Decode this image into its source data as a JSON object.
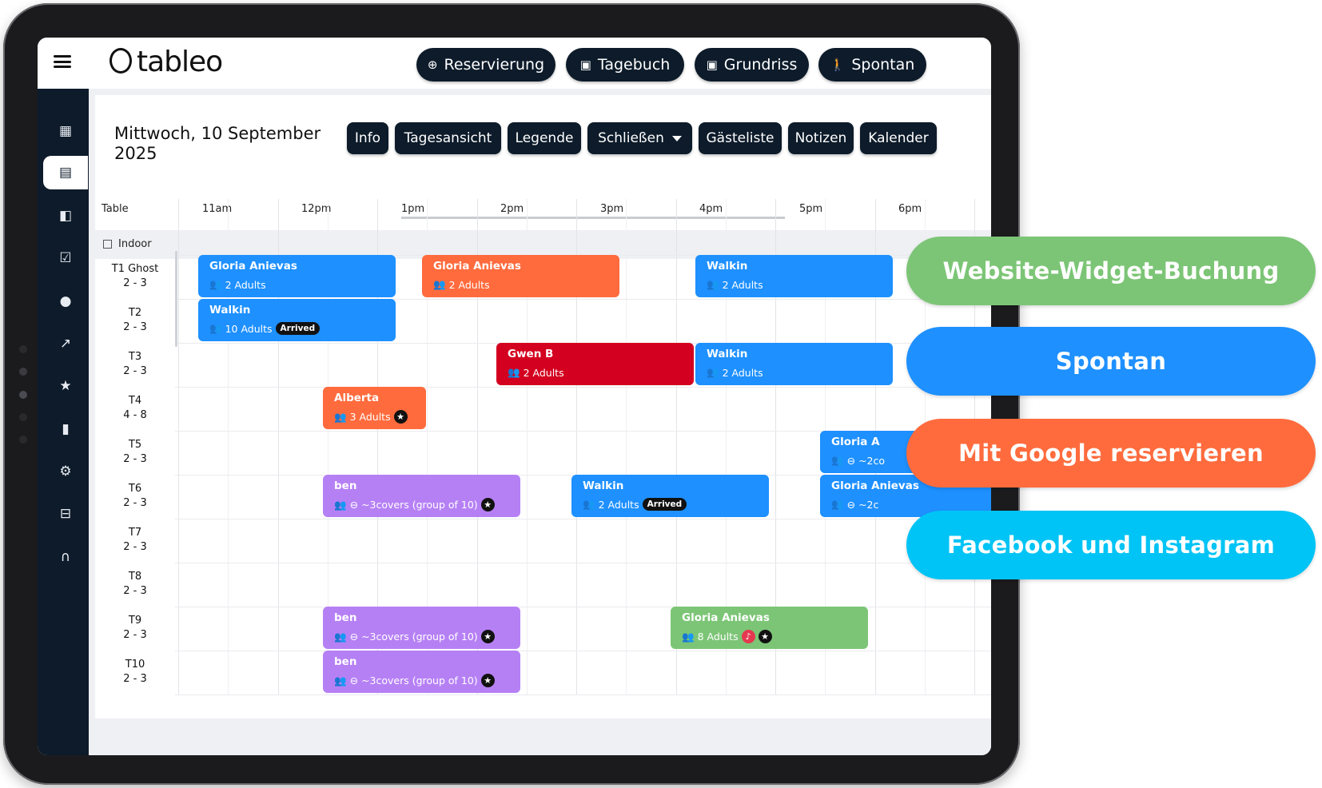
{
  "app": {
    "logo_text": "tableo"
  },
  "top_buttons": [
    {
      "label": "Reservierung",
      "icon": "plus-circle-icon"
    },
    {
      "label": "Tagebuch",
      "icon": "calendar-icon"
    },
    {
      "label": "Grundriss",
      "icon": "calendar-icon"
    },
    {
      "label": "Spontan",
      "icon": "walking-icon"
    }
  ],
  "sidebar_icons": [
    "dashboard-icon",
    "calendar-icon",
    "floorplan-icon",
    "checkbox-icon",
    "user-icon",
    "chart-icon",
    "star-icon",
    "phone-icon",
    "gear-icon",
    "gift-icon",
    "headset-icon"
  ],
  "header": {
    "date": "Mittwoch, 10 September 2025",
    "buttons": [
      "Info",
      "Tagesansicht",
      "Legende",
      "Schließen",
      "Gästeliste",
      "Notizen",
      "Kalender"
    ]
  },
  "grid": {
    "table_header": "Table",
    "times": [
      "11am",
      "12pm",
      "1pm",
      "2pm",
      "3pm",
      "4pm",
      "5pm",
      "6pm"
    ],
    "section": "Indoor",
    "tables": [
      {
        "name": "T1 Ghost",
        "capacity": "2 - 3"
      },
      {
        "name": "T2",
        "capacity": "2 - 3"
      },
      {
        "name": "T3",
        "capacity": "2 - 3"
      },
      {
        "name": "T4",
        "capacity": "4 - 8"
      },
      {
        "name": "T5",
        "capacity": "2 - 3"
      },
      {
        "name": "T6",
        "capacity": "2 - 3"
      },
      {
        "name": "T7",
        "capacity": "2 - 3"
      },
      {
        "name": "T8",
        "capacity": "2 - 3"
      },
      {
        "name": "T9",
        "capacity": "2 - 3"
      },
      {
        "name": "T10",
        "capacity": "2 - 3"
      }
    ]
  },
  "reservations": [
    {
      "name": "Gloria Anievas",
      "guests": "2 Adults",
      "color": "#1e90ff"
    },
    {
      "name": "Gloria Anievas",
      "guests": "2 Adults",
      "color": "#ff6b3d"
    },
    {
      "name": "Walkin",
      "guests": "2 Adults",
      "color": "#1e90ff"
    },
    {
      "name": "Walkin",
      "guests": "10 Adults",
      "status": "Arrived",
      "color": "#1e90ff"
    },
    {
      "name": "Gwen B",
      "guests": "2 Adults",
      "color": "#d3001f"
    },
    {
      "name": "Walkin",
      "guests": "2 Adults",
      "color": "#1e90ff"
    },
    {
      "name": "Alberta",
      "guests": "3 Adults",
      "color": "#ff6b3d"
    },
    {
      "name": "Gloria A",
      "guests": "~2co",
      "color": "#1e90ff"
    },
    {
      "name": "ben",
      "guests": "~3covers (group of 10)",
      "color": "#b680f5"
    },
    {
      "name": "Walkin",
      "guests": "2 Adults",
      "status": "Arrived",
      "color": "#1e90ff"
    },
    {
      "name": "Gloria Anievas",
      "guests": "~2c",
      "color": "#1e90ff"
    },
    {
      "name": "ben",
      "guests": "~3covers (group of 10)",
      "color": "#b680f5"
    },
    {
      "name": "Gloria Anievas",
      "guests": "8 Adults",
      "color": "#7cc576"
    },
    {
      "name": "ben",
      "guests": "~3covers (group of 10)",
      "color": "#b680f5"
    }
  ],
  "badges": [
    {
      "label": "Website-Widget-Buchung",
      "color": "#7cc576"
    },
    {
      "label": "Spontan",
      "color": "#1e90ff"
    },
    {
      "label": "Mit Google reservieren",
      "color": "#ff6b3d"
    },
    {
      "label": "Facebook und Instagram",
      "color": "#00c4f5"
    }
  ]
}
